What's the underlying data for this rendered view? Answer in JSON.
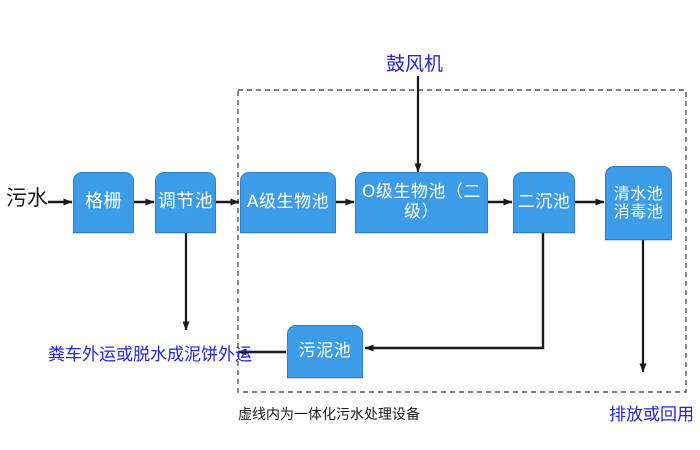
{
  "diagram": {
    "title_caption": "虚线内为一体化污水处理设备",
    "type": "process-flowchart",
    "colors": {
      "node_fill": "#3d9ce8",
      "node_border": "#2f7fc4",
      "node_text": "#ffffff",
      "arrow": "#1a1a1a",
      "blue_text": "#2222ee",
      "black_text": "#1a1a1a",
      "background": "#ffffff",
      "dashed_border": "#555555"
    },
    "inlet_label": "污水",
    "blower_label": "鼓风机",
    "sludge_outlet_label": "粪车外运或脱水成泥饼外运",
    "effluent_label": "排放或回用",
    "nodes": [
      {
        "id": "grille",
        "label": "格栅",
        "label2": ""
      },
      {
        "id": "equalize",
        "label": "调节池",
        "label2": ""
      },
      {
        "id": "a-stage",
        "label": "A级生物池",
        "label2": ""
      },
      {
        "id": "o-stage",
        "label": "O级生物池（二级）",
        "label2": ""
      },
      {
        "id": "secondary",
        "label": "二沉池",
        "label2": ""
      },
      {
        "id": "clearwater",
        "label": "清水池",
        "label2": "消毒池"
      },
      {
        "id": "sludge",
        "label": "污泥池",
        "label2": ""
      }
    ]
  }
}
